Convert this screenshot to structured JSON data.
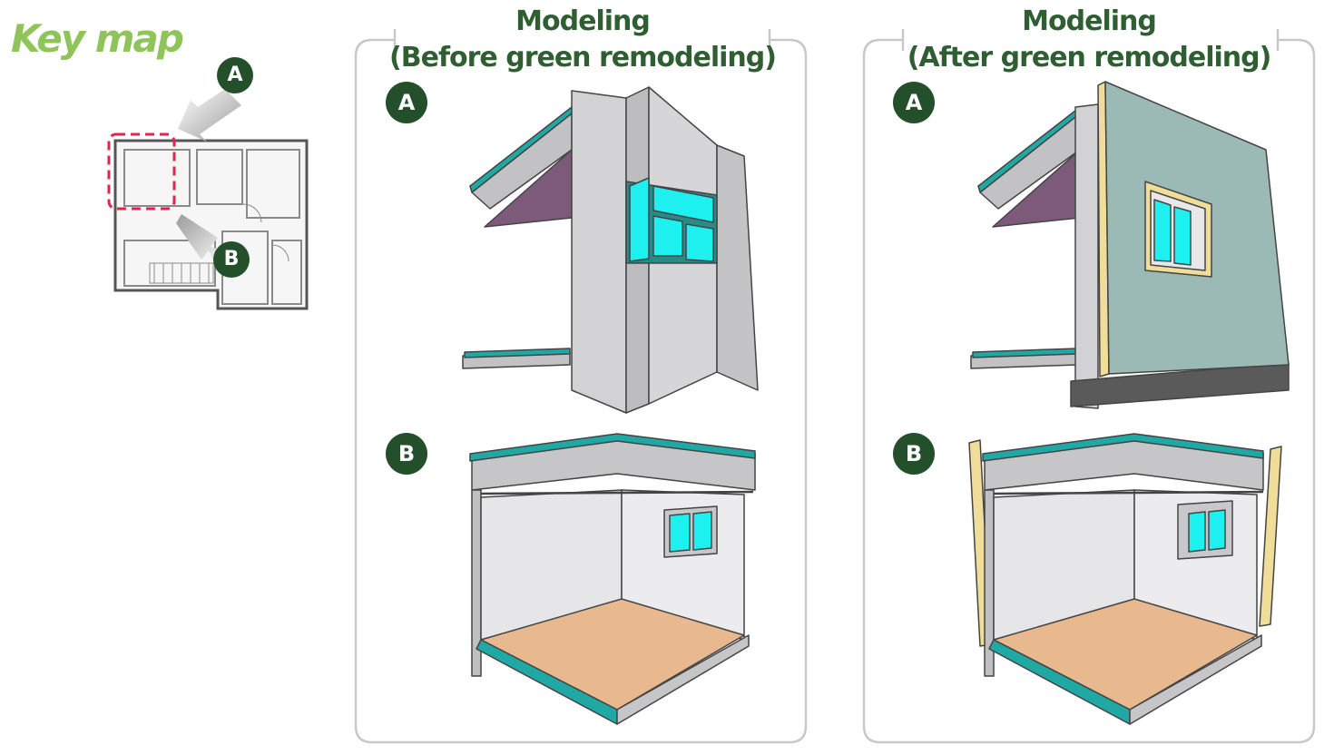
{
  "key_map": {
    "title": "Key map",
    "marker_a": "A",
    "marker_b": "B"
  },
  "panels": [
    {
      "title_line1": "Modeling",
      "title_line2": "(Before green remodeling)",
      "view_a": "A",
      "view_b": "B"
    },
    {
      "title_line1": "Modeling",
      "title_line2": "(After green remodeling)",
      "view_a": "A",
      "view_b": "B"
    }
  ],
  "colors": {
    "keymap_title": "#8fc45a",
    "heading": "#2e5e32",
    "badge": "#234f2b",
    "highlight": "#e0264f",
    "wall": "#cfcfd1",
    "glass": "#1ef0f0",
    "insulation": "#20a8a4",
    "ceiling_purple": "#7e5a7a",
    "floor": "#e8b88e",
    "new_cladding": "#9cbab5",
    "timber": "#f0dd9a"
  }
}
